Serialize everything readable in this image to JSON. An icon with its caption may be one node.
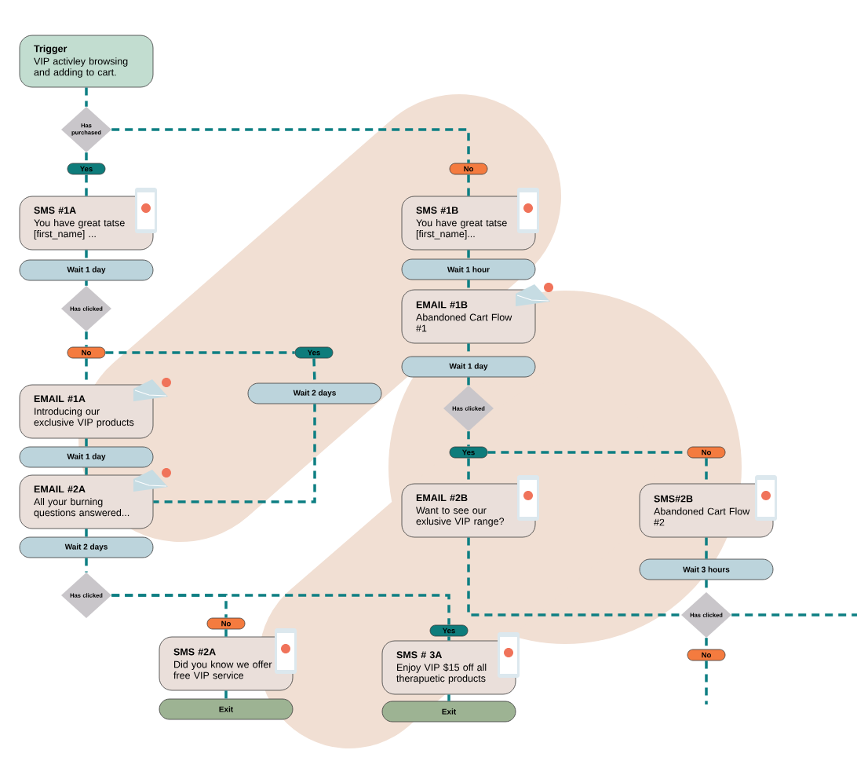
{
  "diagram": {
    "nodes": [
      {
        "text": [
          "Trigger",
          "VIP activley browsing and adding to cart."
        ]
      },
      {
        "text": [
          "Has purchased"
        ]
      },
      {
        "text": [
          "Yes"
        ]
      },
      {
        "text": [
          "SMS #1A",
          "You have great tatse [first_name] ..."
        ]
      },
      {
        "text": [
          "Wait 1 day"
        ]
      },
      {
        "text": [
          "Has clicked"
        ]
      },
      {
        "text": [
          "No"
        ]
      },
      {
        "text": [
          "Yes"
        ]
      },
      {
        "text": [
          "Wait 2 days"
        ]
      },
      {
        "text": [
          "EMAIL #1A",
          "Introducing our exclusive VIP products"
        ]
      },
      {
        "text": [
          "Wait 1 day"
        ]
      },
      {
        "text": [
          "EMAIL #2A",
          "All your burning questions answered..."
        ]
      },
      {
        "text": [
          "Wait 2 days"
        ]
      },
      {
        "text": [
          "Has clicked"
        ]
      },
      {
        "text": [
          "No"
        ]
      },
      {
        "text": [
          "SMS #2A",
          "Did you know we offer free VIP service"
        ]
      },
      {
        "text": [
          "Exit"
        ]
      },
      {
        "text": [
          "No"
        ]
      },
      {
        "text": [
          "SMS #1B",
          "You have great tatse [first_name]..."
        ]
      },
      {
        "text": [
          "Wait 1 hour"
        ]
      },
      {
        "text": [
          "EMAIL #1B",
          "Abandoned Cart Flow #1"
        ]
      },
      {
        "text": [
          "Wait 1 day"
        ]
      },
      {
        "text": [
          "Has clicked"
        ]
      },
      {
        "text": [
          "Yes"
        ]
      },
      {
        "text": [
          "No"
        ]
      },
      {
        "text": [
          "EMAIL #2B",
          "Want to see our exlusive VIP range?"
        ]
      },
      {
        "text": [
          "SMS#2B",
          "Abandoned Cart Flow #2"
        ]
      },
      {
        "text": [
          "Wait 3 hours"
        ]
      },
      {
        "text": [
          "Has clicked"
        ]
      },
      {
        "text": [
          "No"
        ]
      },
      {
        "text": [
          "Yes"
        ]
      },
      {
        "text": [
          "SMS # 3A",
          "Enjoy VIP $15 off all therapuetic products"
        ]
      },
      {
        "text": [
          "Exit"
        ]
      }
    ],
    "edges": [
      {
        "from": 0,
        "to": 1,
        "arrow": "none",
        "style": "dashed"
      },
      {
        "from": 1,
        "to": 2,
        "arrow": "none",
        "style": "dashed"
      },
      {
        "from": 1,
        "to": 17,
        "arrow": "none",
        "style": "dashed"
      },
      {
        "from": 2,
        "to": 3,
        "arrow": "none",
        "style": "dashed"
      },
      {
        "from": 3,
        "to": 4,
        "arrow": "none",
        "style": "dashed"
      },
      {
        "from": 4,
        "to": 5,
        "arrow": "none",
        "style": "dashed"
      },
      {
        "from": 5,
        "to": 6,
        "arrow": "none",
        "style": "dashed"
      },
      {
        "from": 6,
        "to": 7,
        "arrow": "none",
        "style": "dashed"
      },
      {
        "from": 7,
        "to": 8,
        "arrow": "none",
        "style": "dashed"
      },
      {
        "from": 8,
        "to": 11,
        "arrow": "none",
        "style": "dashed"
      },
      {
        "from": 6,
        "to": 9,
        "arrow": "none",
        "style": "dashed"
      },
      {
        "from": 9,
        "to": 10,
        "arrow": "none",
        "style": "dashed"
      },
      {
        "from": 10,
        "to": 11,
        "arrow": "none",
        "style": "dashed"
      },
      {
        "from": 11,
        "to": 12,
        "arrow": "none",
        "style": "dashed"
      },
      {
        "from": 12,
        "to": 13,
        "arrow": "none",
        "style": "dashed"
      },
      {
        "from": 13,
        "to": 14,
        "arrow": "none",
        "style": "dashed"
      },
      {
        "from": 13,
        "to": 30,
        "arrow": "none",
        "style": "dashed"
      },
      {
        "from": 14,
        "to": 15,
        "arrow": "none",
        "style": "dashed"
      },
      {
        "from": 15,
        "to": 16,
        "arrow": "none",
        "style": "dashed"
      },
      {
        "from": 17,
        "to": 18,
        "arrow": "none",
        "style": "dashed"
      },
      {
        "from": 18,
        "to": 19,
        "arrow": "none",
        "style": "dashed"
      },
      {
        "from": 19,
        "to": 20,
        "arrow": "none",
        "style": "dashed"
      },
      {
        "from": 20,
        "to": 21,
        "arrow": "none",
        "style": "dashed"
      },
      {
        "from": 21,
        "to": 22,
        "arrow": "none",
        "style": "dashed"
      },
      {
        "from": 22,
        "to": 23,
        "arrow": "none",
        "style": "dashed"
      },
      {
        "from": 23,
        "to": 24,
        "arrow": "none",
        "style": "dashed"
      },
      {
        "from": 23,
        "to": 25,
        "arrow": "none",
        "style": "dashed"
      },
      {
        "from": 24,
        "to": 26,
        "arrow": "none",
        "style": "dashed"
      },
      {
        "from": 26,
        "to": 27,
        "arrow": "none",
        "style": "dashed"
      },
      {
        "from": 27,
        "to": 28,
        "arrow": "none",
        "style": "dashed"
      },
      {
        "from": 28,
        "to": 29,
        "arrow": "none",
        "style": "dashed"
      },
      {
        "from": 25,
        "to": 28,
        "arrow": "none",
        "style": "dashed"
      },
      {
        "from": 28,
        "to": null,
        "arrow": "none",
        "style": "dashed"
      },
      {
        "from": 29,
        "to": null,
        "arrow": "none",
        "style": "dashed"
      },
      {
        "from": 30,
        "to": 31,
        "arrow": "none",
        "style": "dashed"
      },
      {
        "from": 31,
        "to": 32,
        "arrow": "none",
        "style": "dashed"
      }
    ]
  }
}
